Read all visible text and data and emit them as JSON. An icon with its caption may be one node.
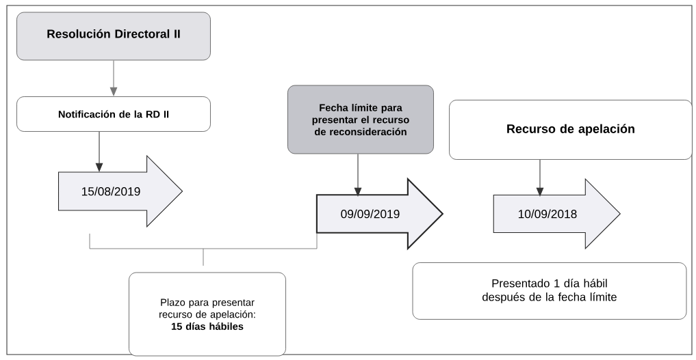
{
  "diagram": {
    "nodes": [
      {
        "text": [
          "Resolución Directoral II"
        ]
      },
      {
        "text": [
          "Notificación de la RD II"
        ]
      },
      {
        "text": [
          "15/08/2019"
        ]
      },
      {
        "text": [
          "Fecha límite para presentar el recurso de reconsideración"
        ]
      },
      {
        "text": [
          "09/09/2019"
        ]
      },
      {
        "text": [
          "Recurso de apelación"
        ]
      },
      {
        "text": [
          "10/09/2018"
        ]
      },
      {
        "text": [
          "Plazo para presentar recurso de apelación: **15 días hábiles**"
        ]
      },
      {
        "text": [
          "Presentado 1 día hábil después de la fecha límite"
        ]
      }
    ],
    "edges": [
      {
        "from": 0,
        "to": 1,
        "arrow": "to",
        "color": "#777777"
      },
      {
        "from": 1,
        "to": 2,
        "arrow": "to"
      },
      {
        "from": 3,
        "to": 4,
        "arrow": "to"
      },
      {
        "from": 5,
        "to": 6,
        "arrow": "to"
      }
    ]
  }
}
